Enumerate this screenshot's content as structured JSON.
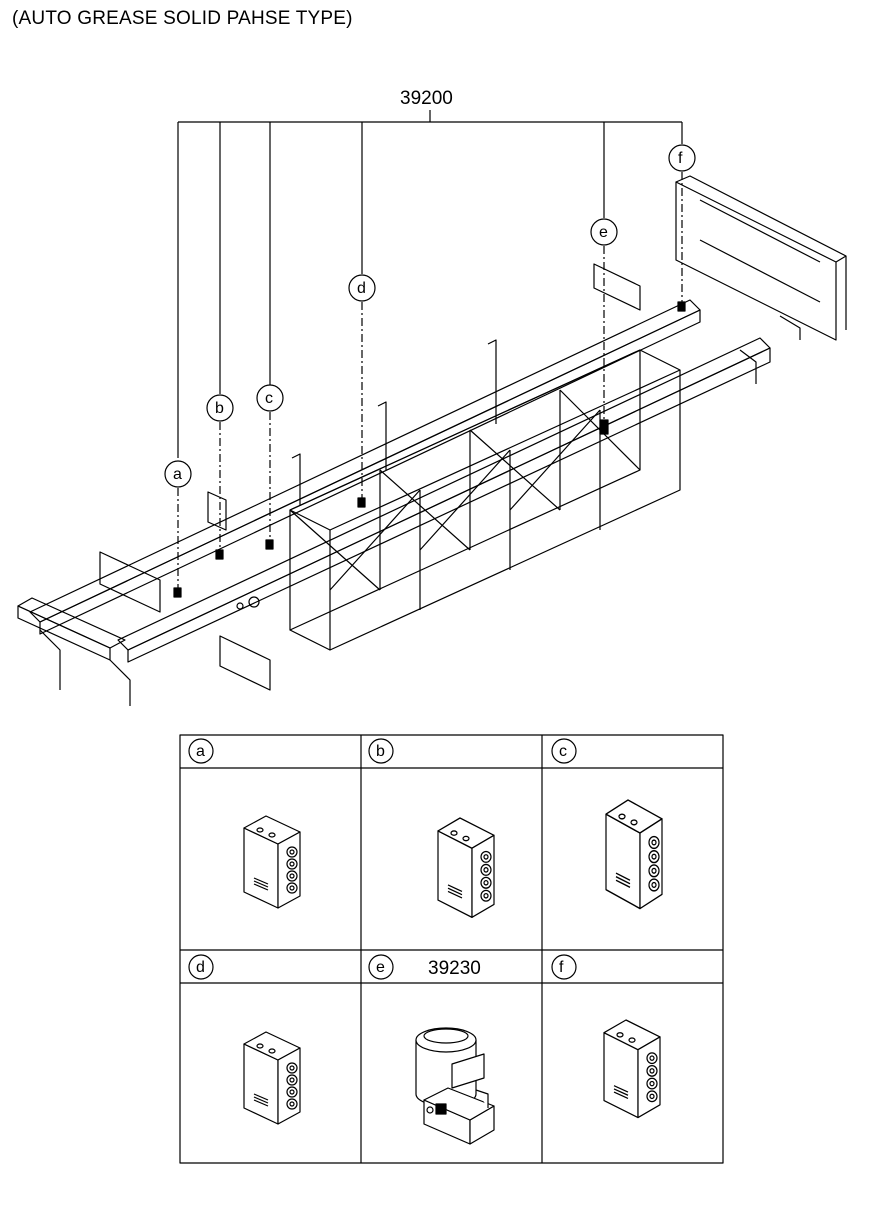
{
  "title": "(AUTO GREASE SOLID PAHSE TYPE)",
  "main_part_number": "39200",
  "callouts": [
    "a",
    "b",
    "c",
    "d",
    "e",
    "f"
  ],
  "detail_table": {
    "cells": [
      {
        "letter": "a",
        "part_number": ""
      },
      {
        "letter": "b",
        "part_number": ""
      },
      {
        "letter": "c",
        "part_number": ""
      },
      {
        "letter": "d",
        "part_number": ""
      },
      {
        "letter": "e",
        "part_number": "39230"
      },
      {
        "letter": "f",
        "part_number": ""
      }
    ]
  }
}
